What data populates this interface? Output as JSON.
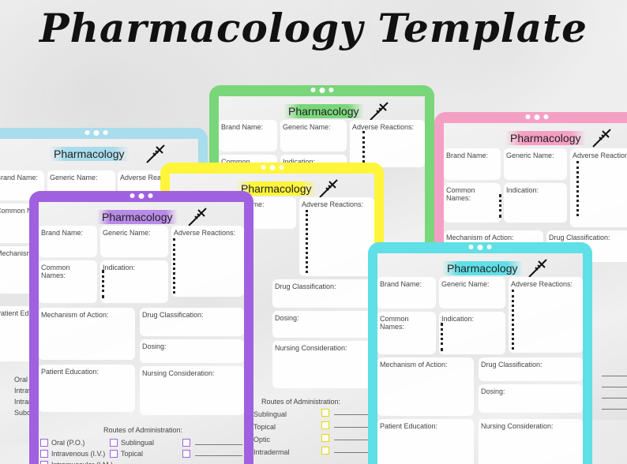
{
  "title": "Pharmacology Template",
  "heading": "Pharmacology",
  "fields": {
    "brand_name": "Brand Name:",
    "generic_name": "Generic Name:",
    "adverse_reactions": "Adverse Reactions:",
    "common_names": "Common Names:",
    "indication": "Indication:",
    "mechanism": "Mechanism of Action:",
    "drug_classification": "Drug Classification:",
    "dosing": "Dosing:",
    "patient_education": "Patient Education:",
    "nursing_consideration": "Nursing Consideration:",
    "routes": "Routes of Administration:"
  },
  "routes": {
    "oral": "Oral (P.O.)",
    "iv": "Intravenous (I.V.)",
    "im": "Intramuscular (I.M.)",
    "subcutaneous": "Subcutaneous",
    "sublingual": "Sublingual",
    "topical": "Topical",
    "optic": "Optic",
    "intradermal": "Intradermal"
  },
  "frame_colors": {
    "blue": "#a9dcec",
    "green": "#79d67a",
    "pink": "#f4a0c4",
    "yellow": "#fff53a",
    "purple": "#a061e0",
    "cyan": "#5fdfe6"
  }
}
